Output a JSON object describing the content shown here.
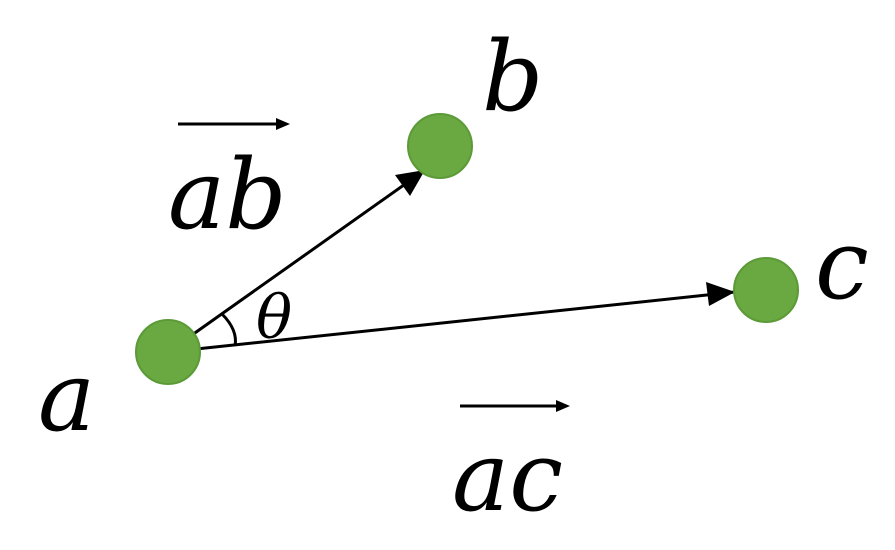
{
  "diagram": {
    "points": {
      "a": {
        "label": "a",
        "color": "#6aa842"
      },
      "b": {
        "label": "b",
        "color": "#6aa842"
      },
      "c": {
        "label": "c",
        "color": "#6aa842"
      }
    },
    "vectors": {
      "ab": {
        "label": "ab"
      },
      "ac": {
        "label": "ac"
      }
    },
    "angle": {
      "label": "θ"
    },
    "colors": {
      "node_fill": "#6aa842",
      "node_stroke": "#5c9a37",
      "ink": "#000000"
    }
  }
}
